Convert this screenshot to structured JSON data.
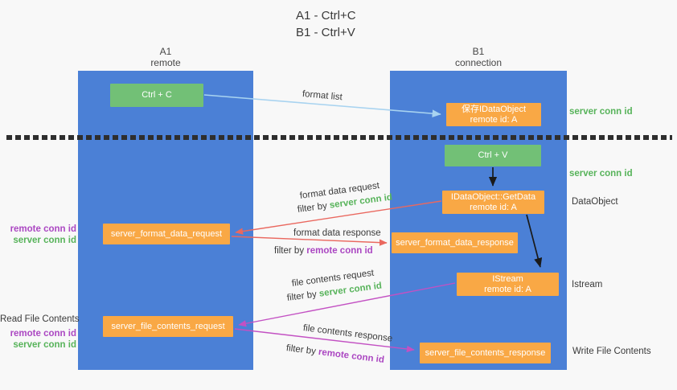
{
  "title": {
    "line1": "A1 - Ctrl+C",
    "line2": "B1 - Ctrl+V"
  },
  "lanes": {
    "left": {
      "name": "A1",
      "subtitle": "remote"
    },
    "right": {
      "name": "B1",
      "subtitle": "connection"
    }
  },
  "nodes": {
    "ctrl_c": {
      "label": "Ctrl + C"
    },
    "save_idataobject": {
      "line1": "保存IDataObject",
      "line2": "remote id: A"
    },
    "ctrl_v": {
      "label": "Ctrl + V"
    },
    "getdata": {
      "line1": "IDataObject::GetData",
      "line2": "remote id: A"
    },
    "format_request": {
      "label": "server_format_data_request"
    },
    "format_response": {
      "label": "server_format_data_response"
    },
    "istream": {
      "line1": "IStream",
      "line2": "remote id: A"
    },
    "file_request": {
      "label": "server_file_contents_request"
    },
    "file_response": {
      "label": "server_file_contents_response"
    }
  },
  "arrow_labels": {
    "format_list": "format list",
    "format_data_request": "format data request",
    "filter_by_server_1": {
      "prefix": "filter by ",
      "value": "server conn id"
    },
    "format_data_response": "format data response",
    "filter_by_remote_1": {
      "prefix": "filter by ",
      "value": "remote conn id"
    },
    "file_contents_request": "file contents request",
    "filter_by_server_2": {
      "prefix": "filter by ",
      "value": "server conn id"
    },
    "file_contents_response": "file contents response",
    "filter_by_remote_2": {
      "prefix": "filter by ",
      "value": "remote conn id"
    }
  },
  "side_labels": {
    "server_conn_id_top": "server conn id",
    "server_conn_id_mid": "server conn id",
    "dataobject": "DataObject",
    "istream": "Istream",
    "read_file_contents": "Read File Contents",
    "write_file_contents": "Write File Contents",
    "left_group1": {
      "remote": "remote conn id",
      "server": "server conn id"
    },
    "left_group2": {
      "remote": "remote conn id",
      "server": "server conn id"
    }
  },
  "colors": {
    "lane_blue": "#4b80d6",
    "node_green": "#72c076",
    "node_orange": "#f9a845",
    "accent_green": "#57b35a",
    "accent_purple": "#ab47c2",
    "arrow_red": "#ea685f",
    "arrow_magenta": "#c351c3",
    "arrow_blue": "#a8d3f0",
    "arrow_black": "#1a1a1a"
  }
}
